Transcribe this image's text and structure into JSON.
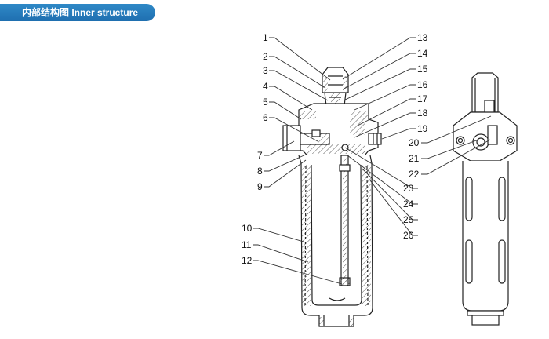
{
  "header": {
    "title": "内部结构图 Inner  structure"
  },
  "labels_left": [
    "1",
    "2",
    "3",
    "4",
    "5",
    "6",
    "7",
    "8",
    "9",
    "10",
    "11",
    "12"
  ],
  "labels_right": [
    "13",
    "14",
    "15",
    "16",
    "17",
    "18",
    "19",
    "20",
    "21",
    "22",
    "23",
    "24",
    "25",
    "26"
  ],
  "colors": {
    "title_bar": "#1f6fb0",
    "line": "#222222",
    "hatch": "#555555"
  }
}
